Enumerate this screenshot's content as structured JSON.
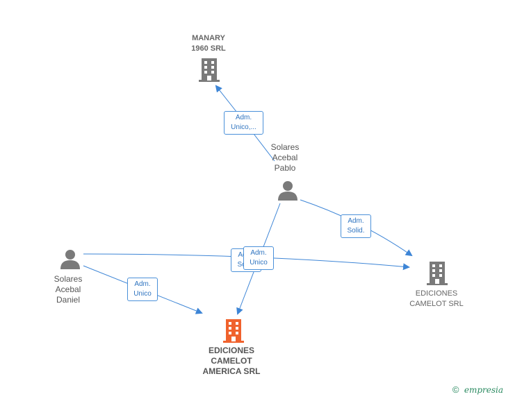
{
  "nodes": {
    "manary": {
      "label_line1": "MANARY",
      "label_line2": "1960 SRL",
      "icon": "building-icon",
      "color": "#7a7a7a"
    },
    "pablo": {
      "label_line1": "Solares",
      "label_line2": "Acebal",
      "label_line3": "Pablo",
      "icon": "person-icon",
      "color": "#7a7a7a"
    },
    "daniel": {
      "label_line1": "Solares",
      "label_line2": "Acebal",
      "label_line3": "Daniel",
      "icon": "person-icon",
      "color": "#7a7a7a"
    },
    "camelot": {
      "label_line1": "EDICIONES",
      "label_line2": "CAMELOT SRL",
      "icon": "building-icon",
      "color": "#7a7a7a"
    },
    "america": {
      "label_line1": "EDICIONES",
      "label_line2": "CAMELOT",
      "label_line3": "AMERICA SRL",
      "icon": "building-icon",
      "color": "#f0622d"
    }
  },
  "edges": {
    "pablo_manary": {
      "line1": "Adm.",
      "line2": "Unico,..."
    },
    "pablo_camelot": {
      "line1": "Adm.",
      "line2": "Solid."
    },
    "daniel_camelot": {
      "line1": "Adm.",
      "line2": "Soli..."
    },
    "pablo_america": {
      "line1": "Adm.",
      "line2": "Unico"
    },
    "daniel_america": {
      "line1": "Adm.",
      "line2": "Unico"
    }
  },
  "colors": {
    "edge": "#3d85d6",
    "accent": "#f0622d"
  },
  "footer": {
    "copyright": "©",
    "brand": "empresia"
  }
}
